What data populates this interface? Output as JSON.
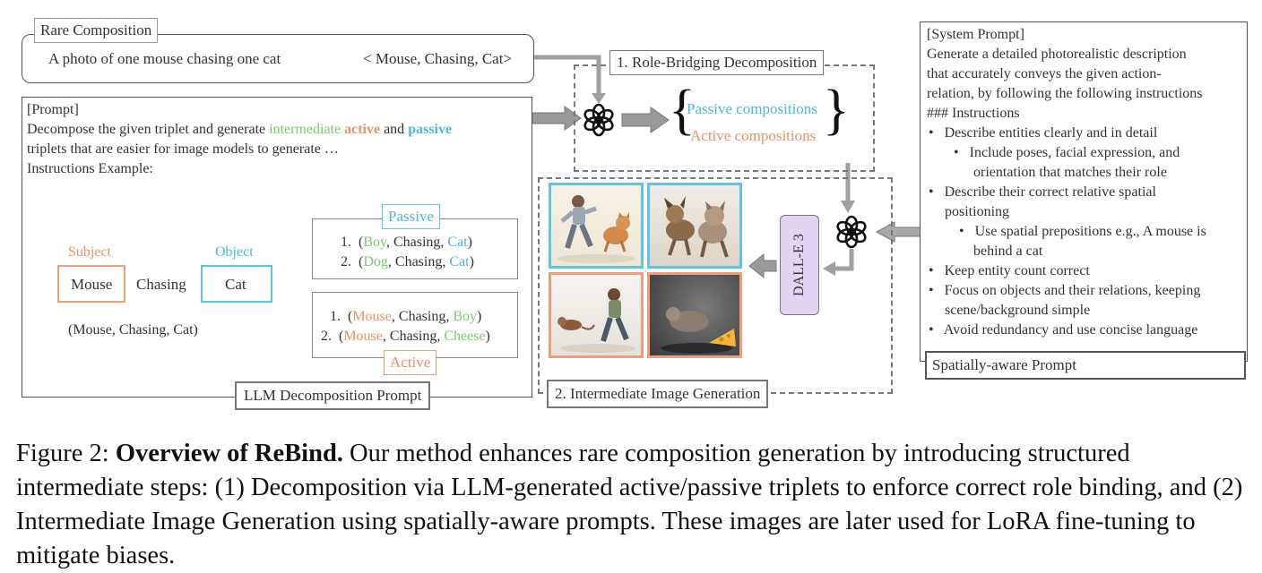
{
  "rare": {
    "title": "Rare Composition",
    "sentence": "A photo of one mouse chasing one cat",
    "triplet": "< Mouse, Chasing, Cat>"
  },
  "prompt": {
    "header": "[Prompt]",
    "line1_a": "Decompose the given triplet and generate ",
    "line1_intermediate": "intermediate",
    "line1_active": "active",
    "line1_and": " and ",
    "line1_passive": "passive",
    "line2": "triplets that are easier for image models to generate …",
    "line3": "Instructions Example:",
    "subject_label": "Subject",
    "object_label": "Object",
    "subject": "Mouse",
    "verb": "Chasing",
    "object": "Cat",
    "triplet": "(Mouse, Chasing, Cat)",
    "passive_tag": "Passive",
    "active_tag": "Active",
    "passive_items": [
      {
        "num": "1.",
        "a": "Boy",
        "v": "Chasing",
        "b": "Cat"
      },
      {
        "num": "2.",
        "a": "Dog",
        "v": "Chasing",
        "b": "Cat"
      }
    ],
    "active_items": [
      {
        "num": "1.",
        "a": "Mouse",
        "v": "Chasing",
        "b": "Boy"
      },
      {
        "num": "2.",
        "a": "Mouse",
        "v": "Chasing",
        "b": "Cheese"
      }
    ],
    "footer": "LLM Decomposition Prompt"
  },
  "decomp": {
    "title": "1. Role-Bridging Decomposition",
    "passive": "Passive compositions",
    "active": "Active compositions"
  },
  "gen": {
    "title": "2. Intermediate Image Generation",
    "dalle": "DALL-E 3"
  },
  "system": {
    "header": "[System Prompt]",
    "intro": [
      "Generate a detailed photorealistic description",
      "that accurately conveys the given action-",
      "relation, by following the following instructions"
    ],
    "instr_title": "### Instructions",
    "b1": "Describe entities clearly and in detail",
    "b1s": [
      "Include poses, facial expression, and",
      "orientation that matches their role"
    ],
    "b2": [
      "Describe their correct relative spatial",
      "positioning"
    ],
    "b2s": [
      "Use spatial prepositions e.g., A mouse is",
      "behind a cat"
    ],
    "b3": "Keep entity count correct",
    "b4": [
      "Focus on objects and their relations, keeping",
      "scene/background simple"
    ],
    "b5": "Avoid redundancy and use concise language",
    "footer": "Spatially-aware Prompt"
  },
  "caption": {
    "prefix": "Figure 2: ",
    "bold": "Overview of ReBind.",
    "rest": " Our method enhances rare composition generation by introducing structured intermediate steps: (1) Decomposition via LLM-generated active/passive triplets to enforce correct role binding, and (2) Intermediate Image Generation using spatially-aware prompts. These images are later used for LoRA fine-tuning to mitigate biases."
  },
  "colors": {
    "active": "#e8906a",
    "passive": "#4ab8d8",
    "intermediate": "#7bc96f",
    "dalle_bg": "#e4d4f4",
    "arrow": "#9a9a9a"
  },
  "icons": [
    "openai-logo-icon",
    "arrow-icon"
  ]
}
